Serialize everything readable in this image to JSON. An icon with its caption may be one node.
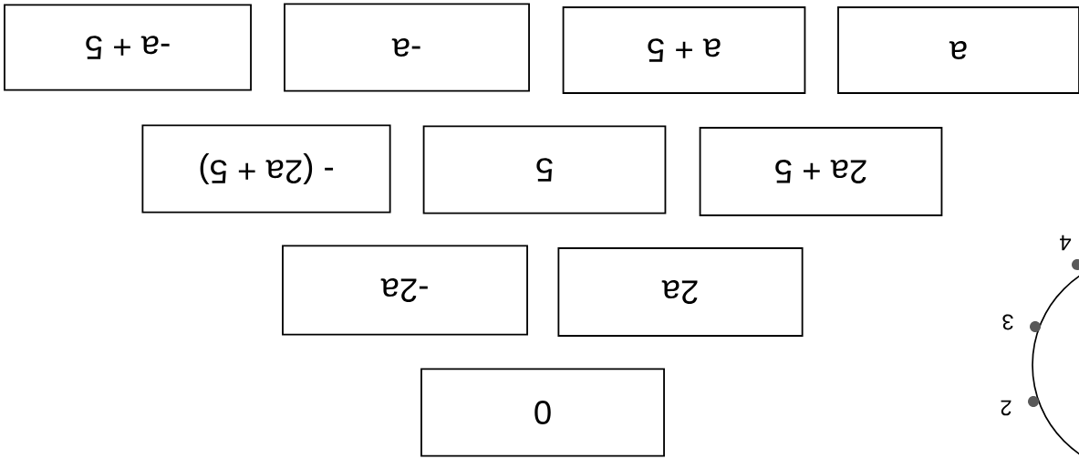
{
  "diagram": {
    "nodes": [
      {
        "text": [
          "0"
        ]
      },
      {
        "text": [
          "2a"
        ]
      },
      {
        "text": [
          "-2a"
        ]
      },
      {
        "text": [
          "2a + 5"
        ]
      },
      {
        "text": [
          "5"
        ]
      },
      {
        "text": [
          "- (2a + 5)"
        ]
      },
      {
        "text": [
          "a"
        ]
      },
      {
        "text": [
          "a + 5"
        ]
      },
      {
        "text": [
          "-a"
        ]
      },
      {
        "text": [
          "-a + 5"
        ]
      }
    ],
    "labels": [
      "2",
      "3",
      "4"
    ]
  }
}
